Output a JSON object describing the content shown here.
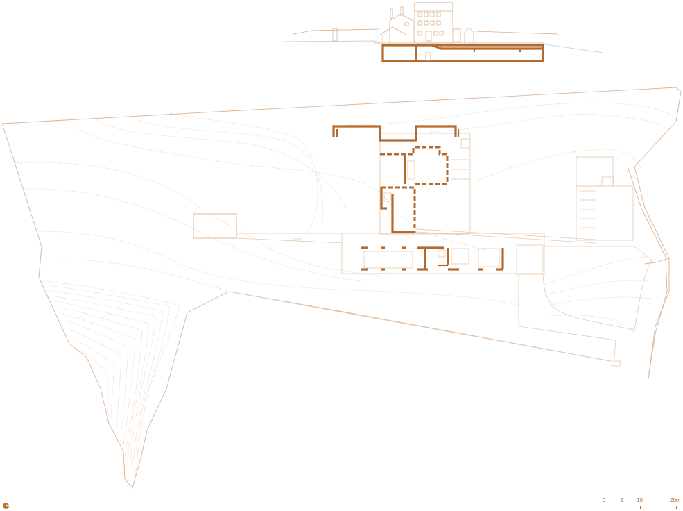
{
  "drawing": {
    "type": "architectural site plan with longitudinal section",
    "line_color": "#dcb393",
    "wall_color": "#b5692b",
    "ground_line_color": "#b8cfd0",
    "background": "#ffffff"
  },
  "section": {
    "label": "section-elevation"
  },
  "plan": {
    "label": "site-plan"
  },
  "north_arrow": {
    "icon": "north-arrow-icon"
  },
  "scale_bar": {
    "ticks": [
      {
        "label": "0"
      },
      {
        "label": "5"
      },
      {
        "label": "10"
      },
      {
        "label": "20m"
      }
    ]
  }
}
